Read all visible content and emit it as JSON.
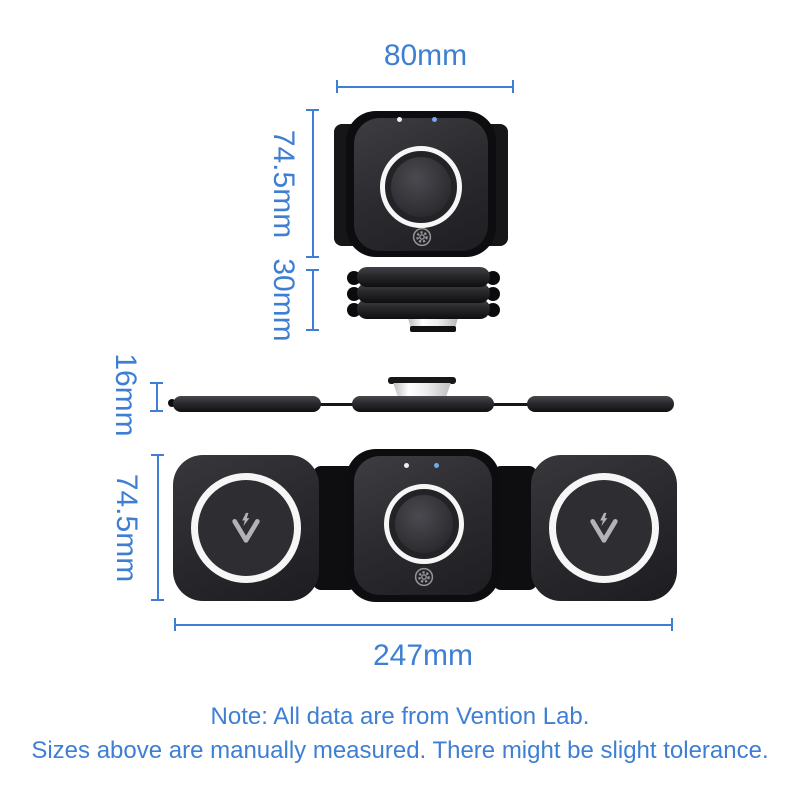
{
  "colors": {
    "accent": "#3f7fd3"
  },
  "dimensions": {
    "top_width": "80mm",
    "top_height": "74.5mm",
    "folded_thickness": "30mm",
    "flat_thickness": "16mm",
    "unfolded_height": "74.5mm",
    "unfolded_width": "247mm"
  },
  "note": {
    "line1": "Note: All data are from Vention Lab.",
    "line2": "Sizes above are manually measured. There might be slight tolerance."
  },
  "icons": {
    "brand_logo": "vention-v-lightning-icon",
    "settings": "gear-icon"
  }
}
